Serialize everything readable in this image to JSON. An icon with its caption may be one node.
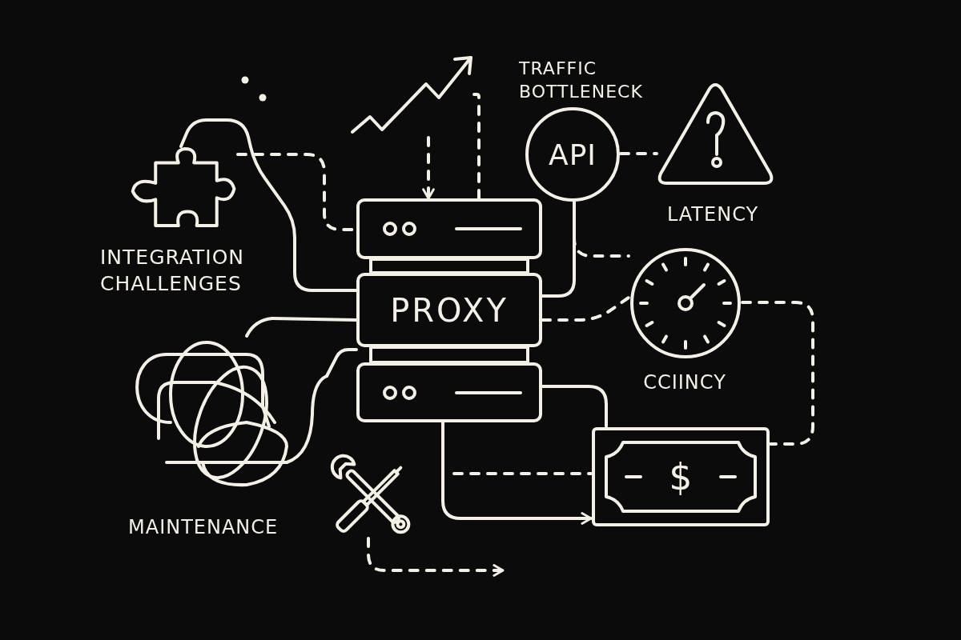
{
  "diagram": {
    "nodes": [
      {
        "text": [
          "PROXY"
        ]
      },
      {
        "text": [],
        "shape": "picture",
        "beside": [
          "INTEGRATION CHALLENGES"
        ]
      },
      {
        "text": [],
        "shape": "picture"
      },
      {
        "text": [
          "API"
        ]
      },
      {
        "text": [],
        "shape": "picture",
        "beside": [
          "LATENCY"
        ]
      },
      {
        "text": [],
        "shape": "picture",
        "beside": [
          "CCIINCY"
        ]
      },
      {
        "text": [],
        "shape": "picture"
      },
      {
        "text": [],
        "shape": "picture"
      },
      {
        "text": [
          "$"
        ]
      }
    ],
    "edges": [
      {
        "from": 1,
        "to": 0,
        "arrow": "none"
      },
      {
        "from": 1,
        "to": 0,
        "arrow": "none",
        "style": "dashed"
      },
      {
        "from": 2,
        "to": 0,
        "arrow": "to",
        "style": "dashed"
      },
      {
        "from": 0,
        "to": 2,
        "arrow": "none",
        "style": "dashed"
      },
      {
        "from": 3,
        "to": 0,
        "arrow": "none"
      },
      {
        "from": 3,
        "to": 4,
        "arrow": "none",
        "style": "dashed"
      },
      {
        "from": 3,
        "to": 5,
        "arrow": "none",
        "style": "dashed"
      },
      {
        "from": 0,
        "to": 5,
        "arrow": "none",
        "style": "dashed"
      },
      {
        "from": 5,
        "to": 8,
        "arrow": "none",
        "style": "dashed"
      },
      {
        "from": 0,
        "to": 8,
        "arrow": "none"
      },
      {
        "from": 0,
        "to": 8,
        "arrow": "to"
      },
      {
        "from": null,
        "to": 8,
        "arrow": "none",
        "style": "dashed"
      },
      {
        "from": 6,
        "to": 0,
        "arrow": "none"
      },
      {
        "from": 6,
        "to": 0,
        "arrow": "none"
      },
      {
        "from": 7,
        "to": null,
        "arrow": "to",
        "style": "dashed"
      }
    ],
    "labels": [
      "TRAFFIC BOTTLENECK",
      "MAINTENANCE"
    ]
  }
}
